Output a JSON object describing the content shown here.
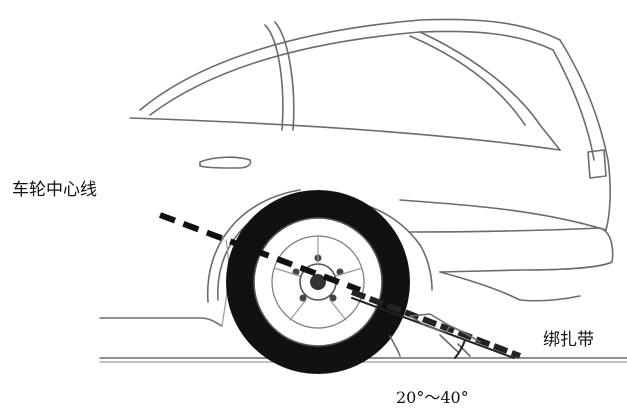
{
  "labels": {
    "wheel_centerline": "车轮中心线",
    "strap": "绑扎带",
    "angle_range": "20°～40°"
  },
  "colors": {
    "ink": "#111111",
    "outline": "#6b6b6b",
    "tire": "#111111",
    "background": "#ffffff"
  }
}
